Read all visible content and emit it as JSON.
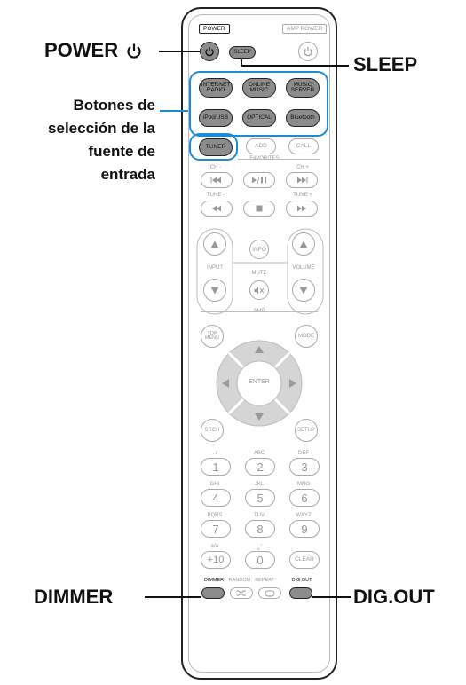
{
  "callouts": {
    "power": "POWER",
    "sleep": "SLEEP",
    "source": [
      "Botones de",
      "selección de la",
      "fuente de",
      "entrada"
    ],
    "dimmer": "DIMMER",
    "digout": "DIG.OUT"
  },
  "remote": {
    "top_labels": {
      "power": "POWER",
      "amp_power": "AMP POWER"
    },
    "sleep_btn": "SLEEP",
    "sources": [
      [
        "INTERNET",
        "RADIO"
      ],
      [
        "ONLINE",
        "MUSIC"
      ],
      [
        "MUSIC",
        "SERVER"
      ],
      [
        "iPod/USB"
      ],
      [
        "OPTICAL"
      ],
      [
        "Bluetooth"
      ],
      [
        "TUNER"
      ]
    ],
    "add": "ADD",
    "call": "CALL",
    "favorites": "FAVORITES",
    "ch_minus": "CH -",
    "ch_plus": "CH +",
    "tune_minus": "TUNE -",
    "tune_plus": "TUNE +",
    "info": "INFO",
    "input": "INPUT",
    "mute": "MUTE",
    "volume": "VOLUME",
    "amp": "AMP",
    "top_menu": [
      "TOP",
      "MENU"
    ],
    "mode": "MODE",
    "enter": "ENTER",
    "srch": "SRCH",
    "setup": "SETUP",
    "keys": [
      {
        "top": ". /",
        "num": "1"
      },
      {
        "top": "ABC",
        "num": "2"
      },
      {
        "top": "DEF",
        "num": "3"
      },
      {
        "top": "GHI",
        "num": "4"
      },
      {
        "top": "JKL",
        "num": "5"
      },
      {
        "top": "MNO",
        "num": "6"
      },
      {
        "top": "PQRS",
        "num": "7"
      },
      {
        "top": "TUV",
        "num": "8"
      },
      {
        "top": "WXYZ",
        "num": "9"
      },
      {
        "top": "a/A",
        "num": "+10"
      },
      {
        "top": "␣ '",
        "num": "0"
      }
    ],
    "clear": "CLEAR",
    "dimmer": "DIMMER",
    "random": "RANDOM",
    "repeat": "REPEAT",
    "digout": "DIG.OUT"
  }
}
